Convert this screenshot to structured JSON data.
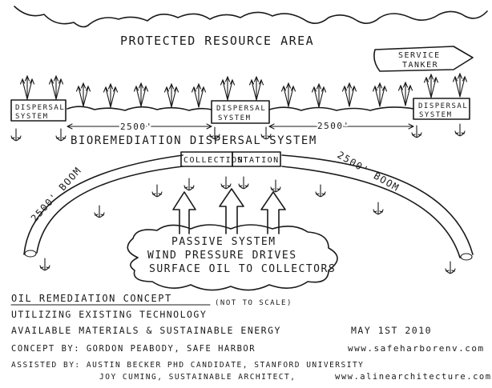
{
  "diagram": {
    "labels": {
      "protected_area": "PROTECTED RESOURCE AREA",
      "service_tanker_line1": "SERVICE",
      "service_tanker_line2": "TANKER",
      "dispersal_system_line1": "DISPERSAL",
      "dispersal_system_line2": "SYSTEM",
      "distance_2500": "2500'",
      "bioremediation": "BIOREMEDIATION DISPERSAL SYSTEM",
      "collection": "COLLECTION",
      "station": "STATION",
      "boom_left": "2500' BOOM",
      "boom_right": "2500' BOOM",
      "passive_line1": "PASSIVE SYSTEM",
      "passive_line2": "WIND PRESSURE DRIVES",
      "passive_line3": "SURFACE OIL TO COLLECTORS"
    },
    "notes": {
      "title": "OIL REMEDIATION CONCEPT",
      "not_to_scale": "(NOT TO SCALE)",
      "line1": "UTILIZING EXISTING TECHNOLOGY",
      "line2": "AVAILABLE MATERIALS & SUSTAINABLE ENERGY",
      "date": "MAY 1ST 2010",
      "concept_by": "CONCEPT BY: GORDON PEABODY, SAFE HARBOR",
      "concept_url": "www.safeharborenv.com",
      "assisted_by": "ASSISTED BY: AUSTIN BECKER PHD CANDIDATE, STANFORD UNIVERSITY",
      "joy": "JOY CUMING, SUSTAINABLE ARCHITECT,",
      "joy_url": "www.alinearchitecture.com"
    },
    "icons": [
      "anchor-icon",
      "dispersal-arrow-icon",
      "wind-arrow-icon",
      "cloud-shape",
      "shoreline-shape",
      "tanker-icon"
    ]
  }
}
